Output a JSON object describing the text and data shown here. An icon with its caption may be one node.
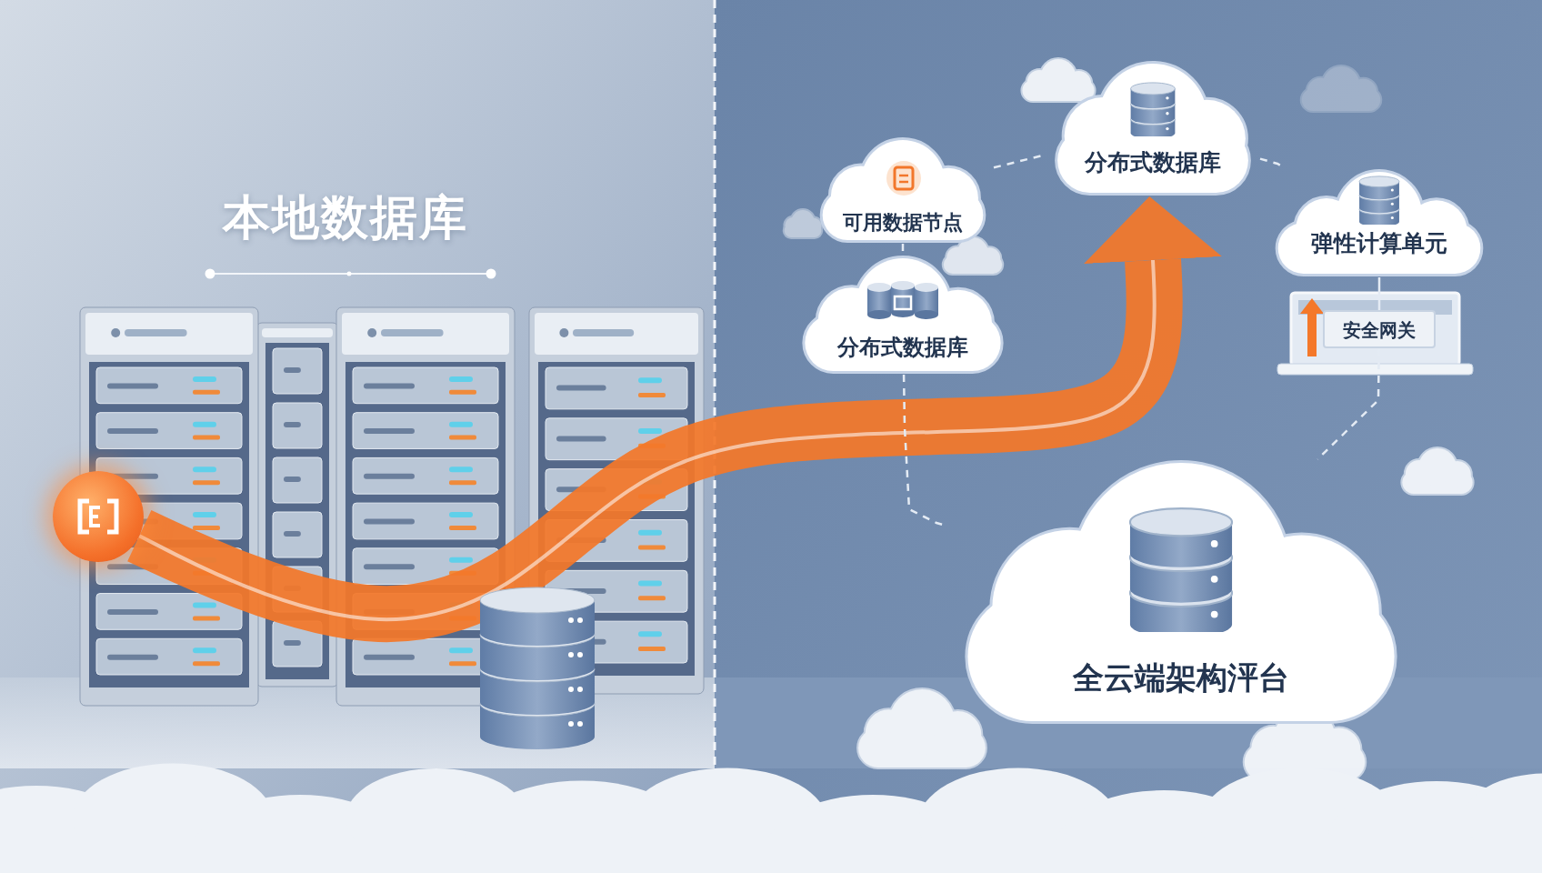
{
  "diagram": {
    "title": "本地数据库",
    "nodes": [
      {
        "text": [],
        "shape": "circle"
      },
      {
        "text": [
          "可用数据节点"
        ]
      },
      {
        "text": [
          "分布式数据库"
        ]
      },
      {
        "text": [
          "分布式数据库"
        ]
      },
      {
        "text": [
          "弹性计算单元"
        ]
      },
      {
        "text": [
          "安全网关"
        ]
      },
      {
        "text": [
          "全云端架构泙台"
        ]
      }
    ],
    "edges": [
      {
        "from": 0,
        "to": 3,
        "arrow": "to",
        "style": "thick",
        "color": "#f4782a"
      },
      {
        "from": 1,
        "to": 3,
        "arrow": "none",
        "style": "dashed"
      },
      {
        "from": 3,
        "to": 4,
        "arrow": "none",
        "style": "dashed"
      },
      {
        "from": 1,
        "to": 2,
        "arrow": "none",
        "style": "dashed"
      },
      {
        "from": 4,
        "to": 5,
        "arrow": "none"
      },
      {
        "from": 5,
        "to": 6,
        "arrow": "none",
        "style": "dashed"
      },
      {
        "from": 2,
        "to": 6,
        "arrow": "none",
        "style": "dashed"
      }
    ]
  }
}
